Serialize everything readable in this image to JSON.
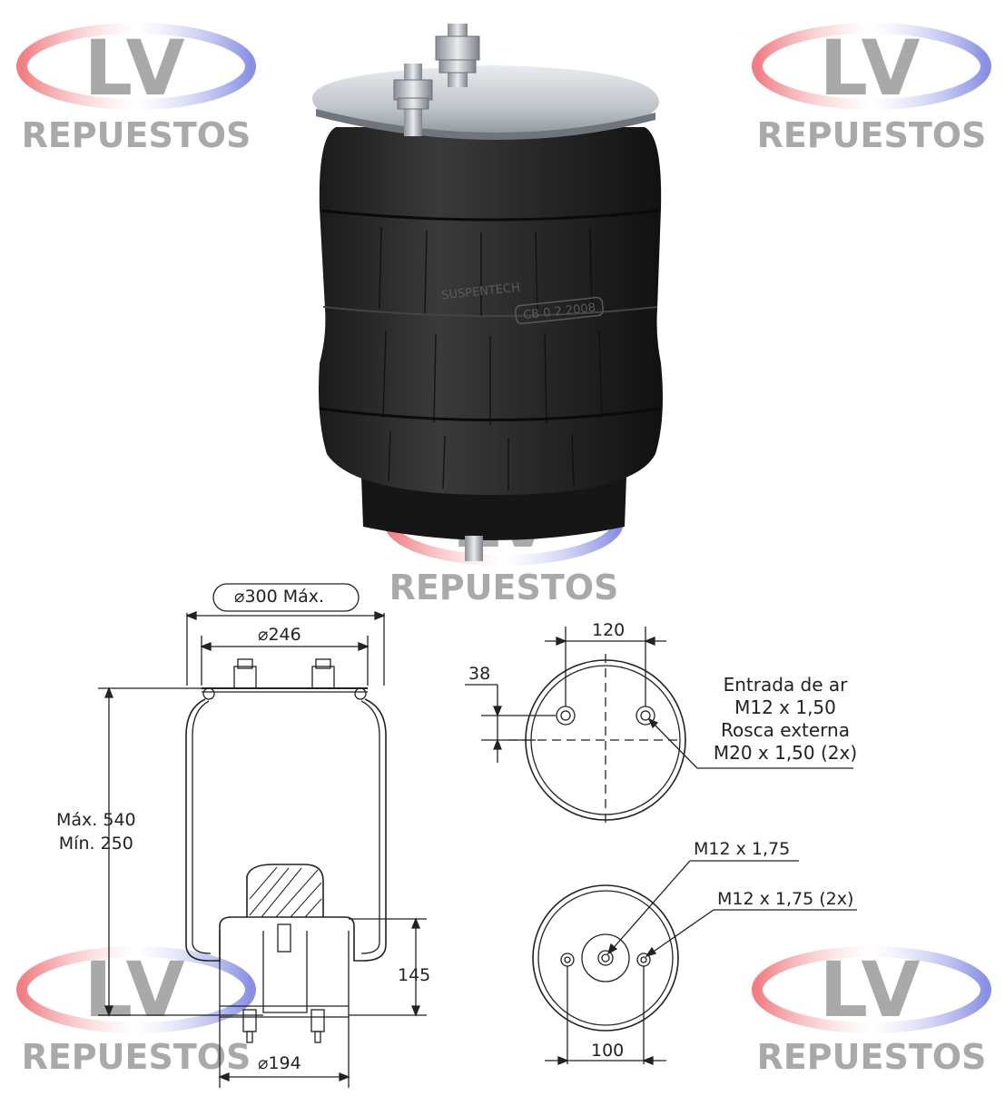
{
  "watermark": {
    "brand": "LV",
    "name": "REPUESTOS",
    "colors": {
      "text": "#a9a9a9",
      "red": "#e9474e",
      "blue": "#5560d8"
    }
  },
  "product_photo": {
    "engraving_brand": "SUSPENTECH",
    "engraving_code": "CB 0 2 2008"
  },
  "side_view": {
    "outer_diameter": "300 Máx.",
    "plate_diameter": "246",
    "height_max": "Máx. 540",
    "height_min": "Mín. 250",
    "piston_height": "145",
    "piston_diameter": "194"
  },
  "top_view": {
    "stud_spacing": "120",
    "stud_offset": "38",
    "notes": [
      "Entrada de ar",
      "M12 x 1,50",
      "Rosca externa",
      "M20 x 1,50 (2x)"
    ]
  },
  "bottom_view": {
    "center_thread": "M12 x 1,75",
    "side_thread": "M12 x 1,75 (2x)",
    "stud_spacing": "100"
  }
}
